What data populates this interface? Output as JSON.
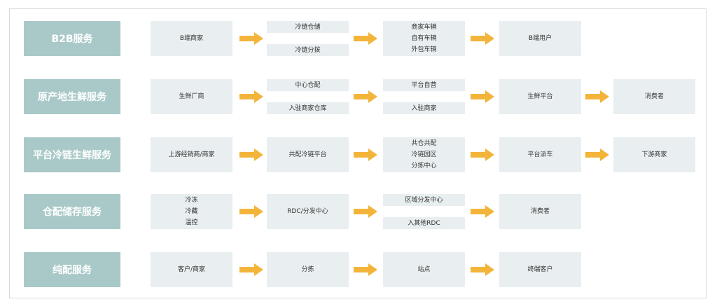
{
  "rows": [
    {
      "label": "B2B服务",
      "nodes": [
        {
          "lines": [
            "B端商家"
          ]
        },
        {
          "split": [
            "冷链仓储",
            "冷链分拨"
          ]
        },
        {
          "lines": [
            "商家车辆",
            "自有车辆",
            "外包车辆"
          ]
        },
        {
          "lines": [
            "B端用户"
          ]
        }
      ]
    },
    {
      "label": "原产地生鲜服务",
      "nodes": [
        {
          "lines": [
            "生鲜厂商"
          ]
        },
        {
          "split": [
            "中心仓配",
            "入驻商家仓库"
          ]
        },
        {
          "split": [
            "平台自营",
            "入驻商家"
          ]
        },
        {
          "lines": [
            "生鲜平台"
          ]
        },
        {
          "lines": [
            "消费者"
          ]
        }
      ]
    },
    {
      "label": "平台冷链生鲜服务",
      "nodes": [
        {
          "lines": [
            "上游经销商/商家"
          ]
        },
        {
          "lines": [
            "共配冷链平台"
          ]
        },
        {
          "lines": [
            "共仓共配",
            "冷链园区",
            "分拣中心"
          ]
        },
        {
          "lines": [
            "平台派车"
          ]
        },
        {
          "lines": [
            "下游商家"
          ]
        }
      ]
    },
    {
      "label": "仓配储存服务",
      "nodes": [
        {
          "lines": [
            "冷冻",
            "冷藏",
            "温控"
          ]
        },
        {
          "lines": [
            "RDC/分发中心"
          ]
        },
        {
          "split": [
            "区域分发中心",
            "入其他RDC"
          ]
        },
        {
          "lines": [
            "消费者"
          ]
        }
      ]
    },
    {
      "label": "纯配服务",
      "nodes": [
        {
          "lines": [
            "客户/商家"
          ]
        },
        {
          "lines": [
            "分拣"
          ]
        },
        {
          "lines": [
            "站点"
          ]
        },
        {
          "lines": [
            "终端客户"
          ]
        }
      ]
    }
  ],
  "colors": {
    "label_bg": "#a9c9c8",
    "box_bg": "#e9eef0",
    "arrow": "#f3b43a"
  },
  "icons": {
    "arrow": "right-arrow-icon"
  }
}
